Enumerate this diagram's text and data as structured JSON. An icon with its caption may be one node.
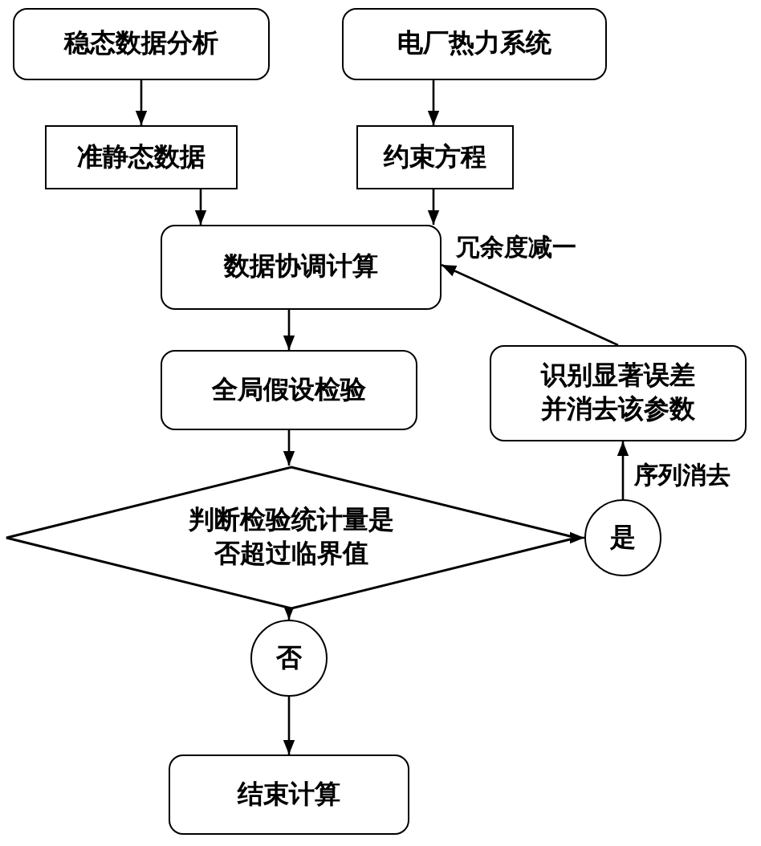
{
  "diagram": {
    "nodes": [
      {
        "text": [
          "稳态数据分析"
        ]
      },
      {
        "text": [
          "电厂热力系统"
        ]
      },
      {
        "text": [
          "准静态数据"
        ]
      },
      {
        "text": [
          "约束方程"
        ]
      },
      {
        "text": [
          "数据协调计算"
        ]
      },
      {
        "text": [
          "全局假设检验"
        ]
      },
      {
        "text": [
          "判断检验统计量是否超过临界值"
        ]
      },
      {
        "text": [
          "是"
        ]
      },
      {
        "text": [
          "识别显著误差并消去该参数"
        ]
      },
      {
        "text": [
          "否"
        ]
      },
      {
        "text": [
          "结束计算"
        ]
      }
    ],
    "edges": [
      {
        "from": 0,
        "to": 2,
        "arrow": "to"
      },
      {
        "from": 1,
        "to": 3,
        "arrow": "to"
      },
      {
        "from": 2,
        "to": 4,
        "arrow": "to"
      },
      {
        "from": 3,
        "to": 4,
        "arrow": "to"
      },
      {
        "from": 4,
        "to": 5,
        "arrow": "to"
      },
      {
        "from": 5,
        "to": 6,
        "arrow": "to"
      },
      {
        "from": 6,
        "to": 7,
        "arrow": "to"
      },
      {
        "from": 7,
        "to": 8,
        "arrow": "to",
        "label": "序列消去"
      },
      {
        "from": 8,
        "to": 4,
        "arrow": "to",
        "label": "冗余度减一"
      },
      {
        "from": 6,
        "to": 9,
        "arrow": "to"
      },
      {
        "from": 9,
        "to": 10,
        "arrow": "to"
      }
    ]
  }
}
